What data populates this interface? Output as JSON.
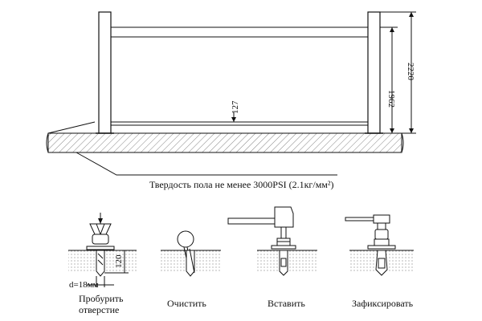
{
  "dimensions": {
    "total_height": "2220",
    "post_height": "1962",
    "rail_gap": "127",
    "hole_depth": "120",
    "hole_diameter": "d=18мм"
  },
  "floor_note": "Твердость пола не менее 3000PSI (2.1кг/мм²)",
  "steps": [
    {
      "label_line1": "Пробурить",
      "label_line2": "отверстие"
    },
    {
      "label_line1": "Очистить",
      "label_line2": ""
    },
    {
      "label_line1": "Вставить",
      "label_line2": ""
    },
    {
      "label_line1": "Зафиксировать",
      "label_line2": ""
    }
  ]
}
